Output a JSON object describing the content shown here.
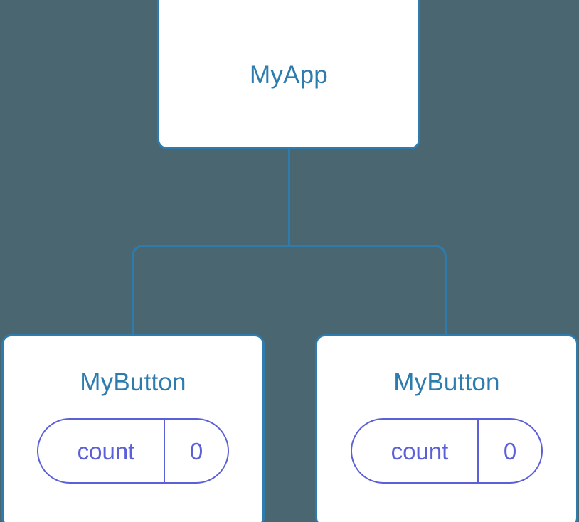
{
  "diagram": {
    "type": "component-tree",
    "background_color": "#4a6670",
    "node_border_color": "#2d7cad",
    "node_title_color": "#2d7cad",
    "node_fill_color": "#ffffff",
    "state_pill_color": "#5b5fd8",
    "connector_color": "#2d7cad"
  },
  "root": {
    "title": "MyApp"
  },
  "children": [
    {
      "title": "MyButton",
      "state": {
        "key": "count",
        "value": "0"
      }
    },
    {
      "title": "MyButton",
      "state": {
        "key": "count",
        "value": "0"
      }
    }
  ]
}
